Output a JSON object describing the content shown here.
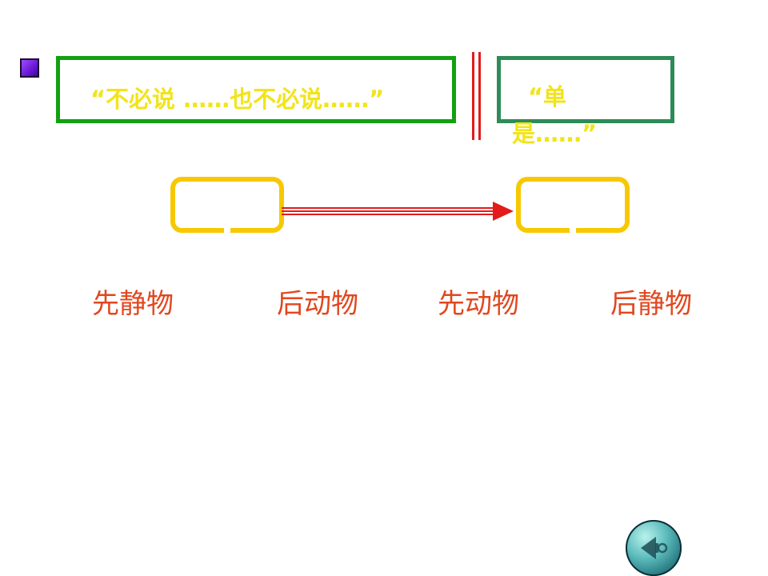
{
  "slide": {
    "quote_left": "“不必说 ……也不必说……”",
    "quote_right": "“单是……”",
    "labels": [
      "先静物",
      "后动物",
      "先动物",
      "后静物"
    ]
  },
  "icons": {
    "bullet": "square-bullet-icon",
    "back": "back-arrow-icon"
  },
  "colors": {
    "quote_text": "#f2e41a",
    "box_left_border": "#12a012",
    "box_right_border": "#2e8b57",
    "divider": "#e31b1b",
    "bracket": "#f7c800",
    "arrow": "#e31b1b",
    "label_text": "#e2471f"
  }
}
